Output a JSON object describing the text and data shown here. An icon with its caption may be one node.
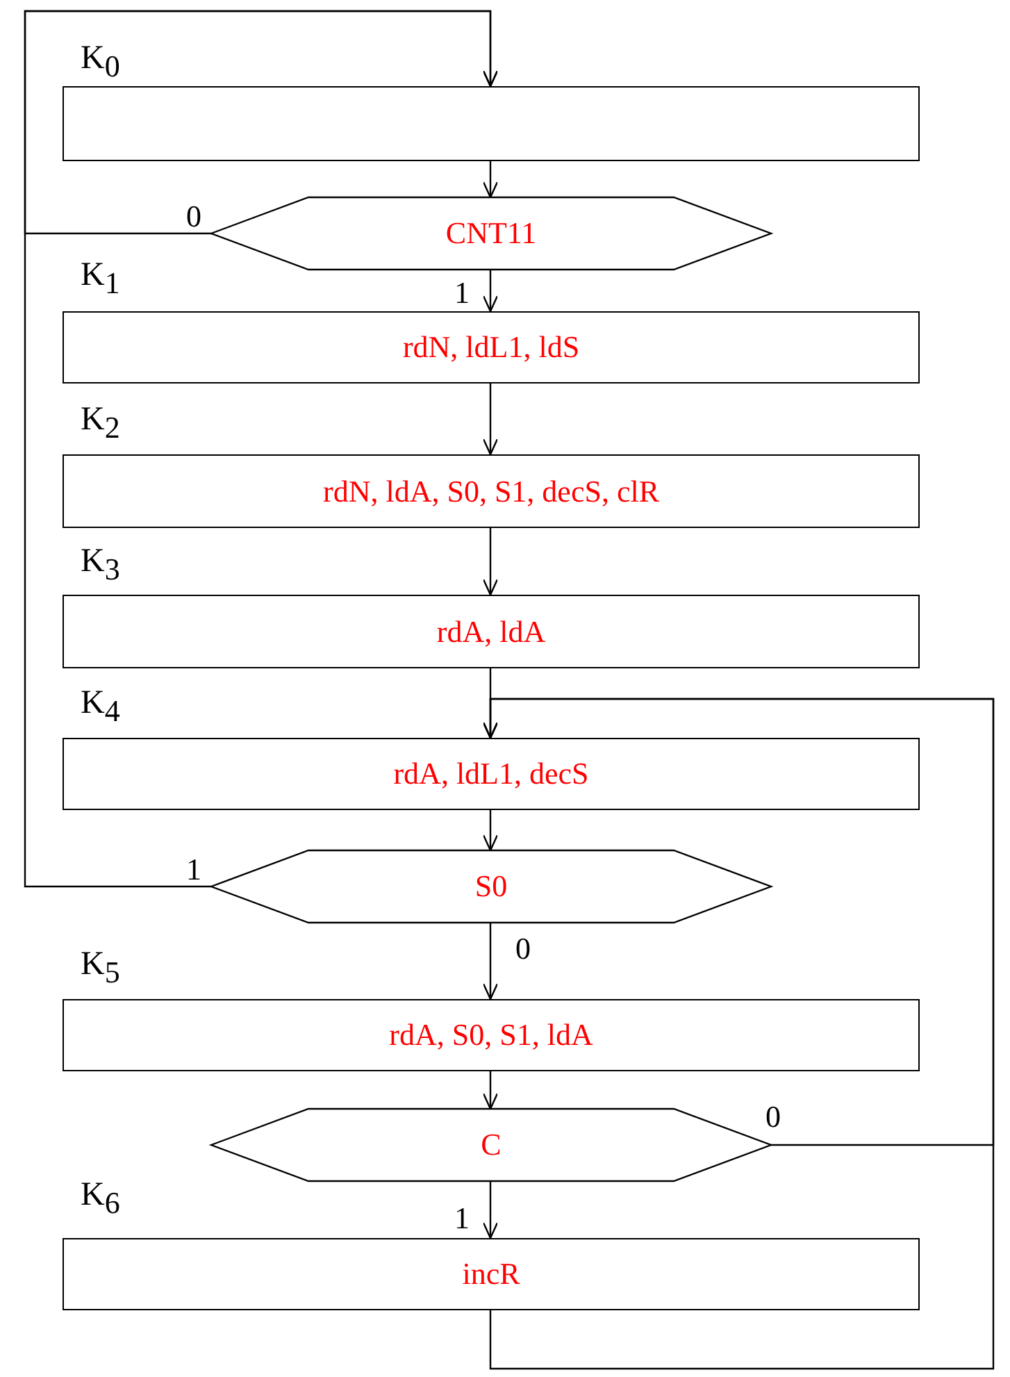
{
  "diagram": {
    "nodes": [
      {
        "text": [],
        "shape": "box",
        "beside": [
          "K$_{0}$"
        ]
      },
      {
        "text": [
          "CNT11"
        ]
      },
      {
        "text": [
          "rdN, ldL1, ldS"
        ],
        "beside": [
          "K$_{1}$"
        ]
      },
      {
        "text": [
          "rdN, ldA, S0, S1, decS, clR"
        ],
        "beside": [
          "K$_{2}$"
        ]
      },
      {
        "text": [
          "rdA, ldA"
        ],
        "beside": [
          "K$_{3}$"
        ]
      },
      {
        "text": [
          "rdA, ldL1, decS"
        ],
        "beside": [
          "K$_{4}$"
        ]
      },
      {
        "text": [
          "S0"
        ]
      },
      {
        "text": [
          "rdA, S0, S1, ldA"
        ],
        "beside": [
          "K$_{5}$"
        ]
      },
      {
        "text": [
          "C"
        ]
      },
      {
        "text": [
          "incR"
        ],
        "beside": [
          "K$_{6}$"
        ]
      }
    ],
    "edges": [
      {
        "from": 0,
        "to": 1,
        "arrow": "to"
      },
      {
        "from": 1,
        "to": 0,
        "arrow": "to",
        "label": "0"
      },
      {
        "from": 1,
        "to": 2,
        "arrow": "to",
        "label": "1"
      },
      {
        "from": 2,
        "to": 3,
        "arrow": "to"
      },
      {
        "from": 3,
        "to": 4,
        "arrow": "to"
      },
      {
        "from": 4,
        "to": 5,
        "arrow": "to"
      },
      {
        "from": 5,
        "to": 6,
        "arrow": "to"
      },
      {
        "from": 6,
        "to": 0,
        "arrow": "to",
        "label": "1"
      },
      {
        "from": 6,
        "to": 7,
        "arrow": "to",
        "label": "0"
      },
      {
        "from": 7,
        "to": 8,
        "arrow": "to"
      },
      {
        "from": 8,
        "to": 5,
        "arrow": "to",
        "label": "0"
      },
      {
        "from": 8,
        "to": 9,
        "arrow": "to",
        "label": "1"
      },
      {
        "from": 9,
        "to": 5,
        "arrow": "to"
      }
    ]
  }
}
